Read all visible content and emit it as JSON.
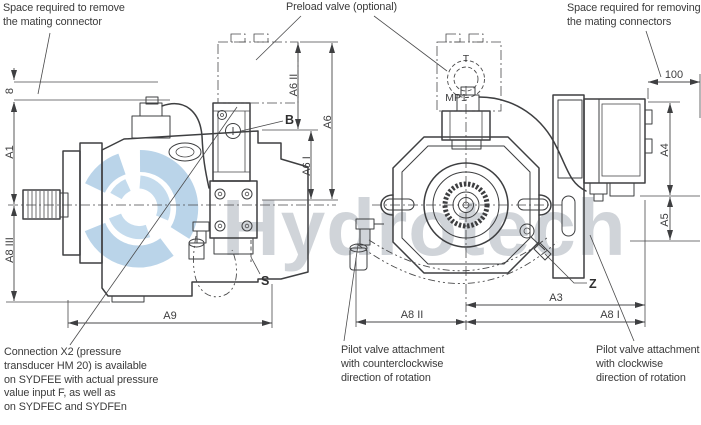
{
  "annotations": {
    "space_remove_connector": "Space required to remove\nthe mating connector",
    "preload_valve": "Preload valve (optional)",
    "space_remove_connectors": "Space required for removing\nthe mating connectors",
    "connection_x2": "Connection X2 (pressure\ntransducer HM 20) is available\non SYDFEE with actual pressure\nvalue input F, as well as\non SYDFEC and SYDFEn",
    "pilot_ccw": "Pilot valve attachment\nwith counterclockwise\ndirection of rotation",
    "pilot_cw": "Pilot valve attachment\nwith clockwise\ndirection of rotation"
  },
  "dimensions": {
    "top_clearance": "8",
    "a1": "A1",
    "a8_iii": "A8 III",
    "a9": "A9",
    "a6_ii": "A6 II",
    "a6_i": "A6 I",
    "a6": "A6",
    "right_clearance": "100",
    "a4": "A4",
    "a5": "A5",
    "a3": "A3",
    "a8_i": "A8 I",
    "a8_ii": "A8 II"
  },
  "ports": {
    "b": "B",
    "s": "S",
    "z": "Z",
    "t": "T",
    "mp1": "MP1"
  },
  "watermark": {
    "text": "Hydrotech"
  },
  "colors": {
    "line": "#3e3f41",
    "watermark_text": "#ccd0d5",
    "watermark_logo": "#aecde6"
  }
}
